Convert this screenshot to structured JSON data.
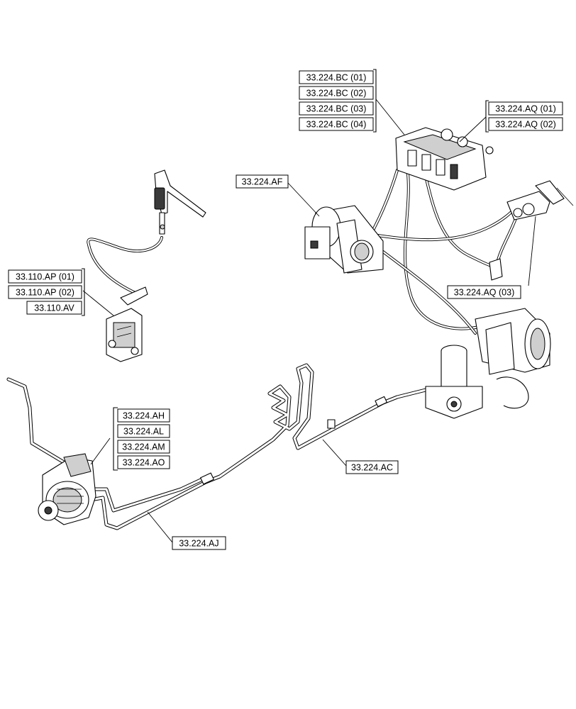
{
  "callouts": {
    "bc01": "33.224.BC (01)",
    "bc02": "33.224.BC (02)",
    "bc03": "33.224.BC (03)",
    "bc04": "33.224.BC (04)",
    "aq01": "33.224.AQ (01)",
    "aq02": "33.224.AQ (02)",
    "af": "33.224.AF",
    "ap01": "33.110.AP (01)",
    "ap02": "33.110.AP (02)",
    "av": "33.110.AV",
    "aq03": "33.224.AQ (03)",
    "ah": "33.224.AH",
    "al": "33.224.AL",
    "am": "33.224.AM",
    "ao": "33.224.AO",
    "ac": "33.224.AC",
    "aj": "33.224.AJ"
  }
}
